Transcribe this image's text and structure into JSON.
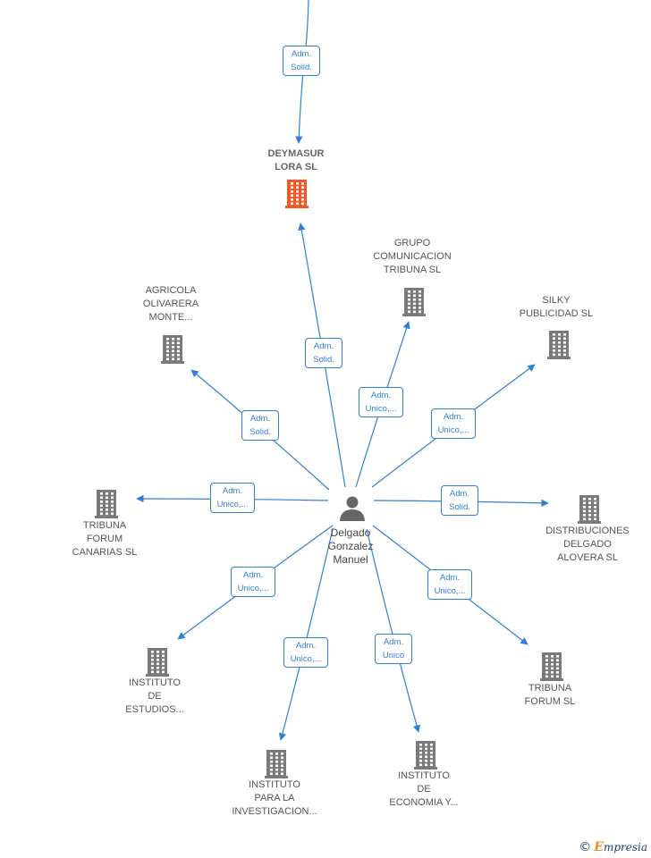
{
  "center": {
    "name": "Delgado\nGonzalez\nManuel",
    "icon": "person-icon"
  },
  "colors": {
    "edge": "#2f7fd8",
    "company": "#7a7a7a",
    "main_company": "#f05a28",
    "person": "#666666"
  },
  "incoming": {
    "label": "Adm.\nSolid."
  },
  "companies": [
    {
      "id": "deymasur",
      "name": "DEYMASUR\nLORA  SL",
      "highlight": true,
      "edge_label": "Adm.\nSolid.",
      "icon": "building-icon"
    },
    {
      "id": "grupo",
      "name": "GRUPO\nCOMUNICACION\nTRIBUNA  SL",
      "highlight": false,
      "edge_label": "Adm.\nUnico,...",
      "icon": "building-icon"
    },
    {
      "id": "silky",
      "name": "SILKY\nPUBLICIDAD  SL",
      "highlight": false,
      "edge_label": "Adm.\nUnico,...",
      "icon": "building-icon"
    },
    {
      "id": "agricola",
      "name": "AGRICOLA\nOLIVARERA\nMONTE...",
      "highlight": false,
      "edge_label": "Adm.\nSolid.",
      "icon": "building-icon"
    },
    {
      "id": "tribuna-canarias",
      "name": "TRIBUNA\nFORUM\nCANARIAS  SL",
      "highlight": false,
      "edge_label": "Adm.\nUnico,...",
      "icon": "building-icon"
    },
    {
      "id": "distribuciones",
      "name": "DISTRIBUCIONES\nDELGADO\nALOVERA SL",
      "highlight": false,
      "edge_label": "Adm.\nSolid.",
      "icon": "building-icon"
    },
    {
      "id": "estudios",
      "name": "INSTITUTO\nDE\nESTUDIOS...",
      "highlight": false,
      "edge_label": "Adm.\nUnico,...",
      "icon": "building-icon"
    },
    {
      "id": "tribuna-forum",
      "name": "TRIBUNA\nFORUM SL",
      "highlight": false,
      "edge_label": "Adm.\nUnico,...",
      "icon": "building-icon"
    },
    {
      "id": "investigacion",
      "name": "INSTITUTO\nPARA LA\nINVESTIGACION...",
      "highlight": false,
      "edge_label": "Adm.\nUnico,...",
      "icon": "building-icon"
    },
    {
      "id": "economia",
      "name": "INSTITUTO\nDE\nECONOMIA Y...",
      "highlight": false,
      "edge_label": "Adm.\nUnico",
      "icon": "building-icon"
    }
  ],
  "brand": {
    "copyright": "©",
    "text": "mpresia",
    "initial": "E"
  }
}
